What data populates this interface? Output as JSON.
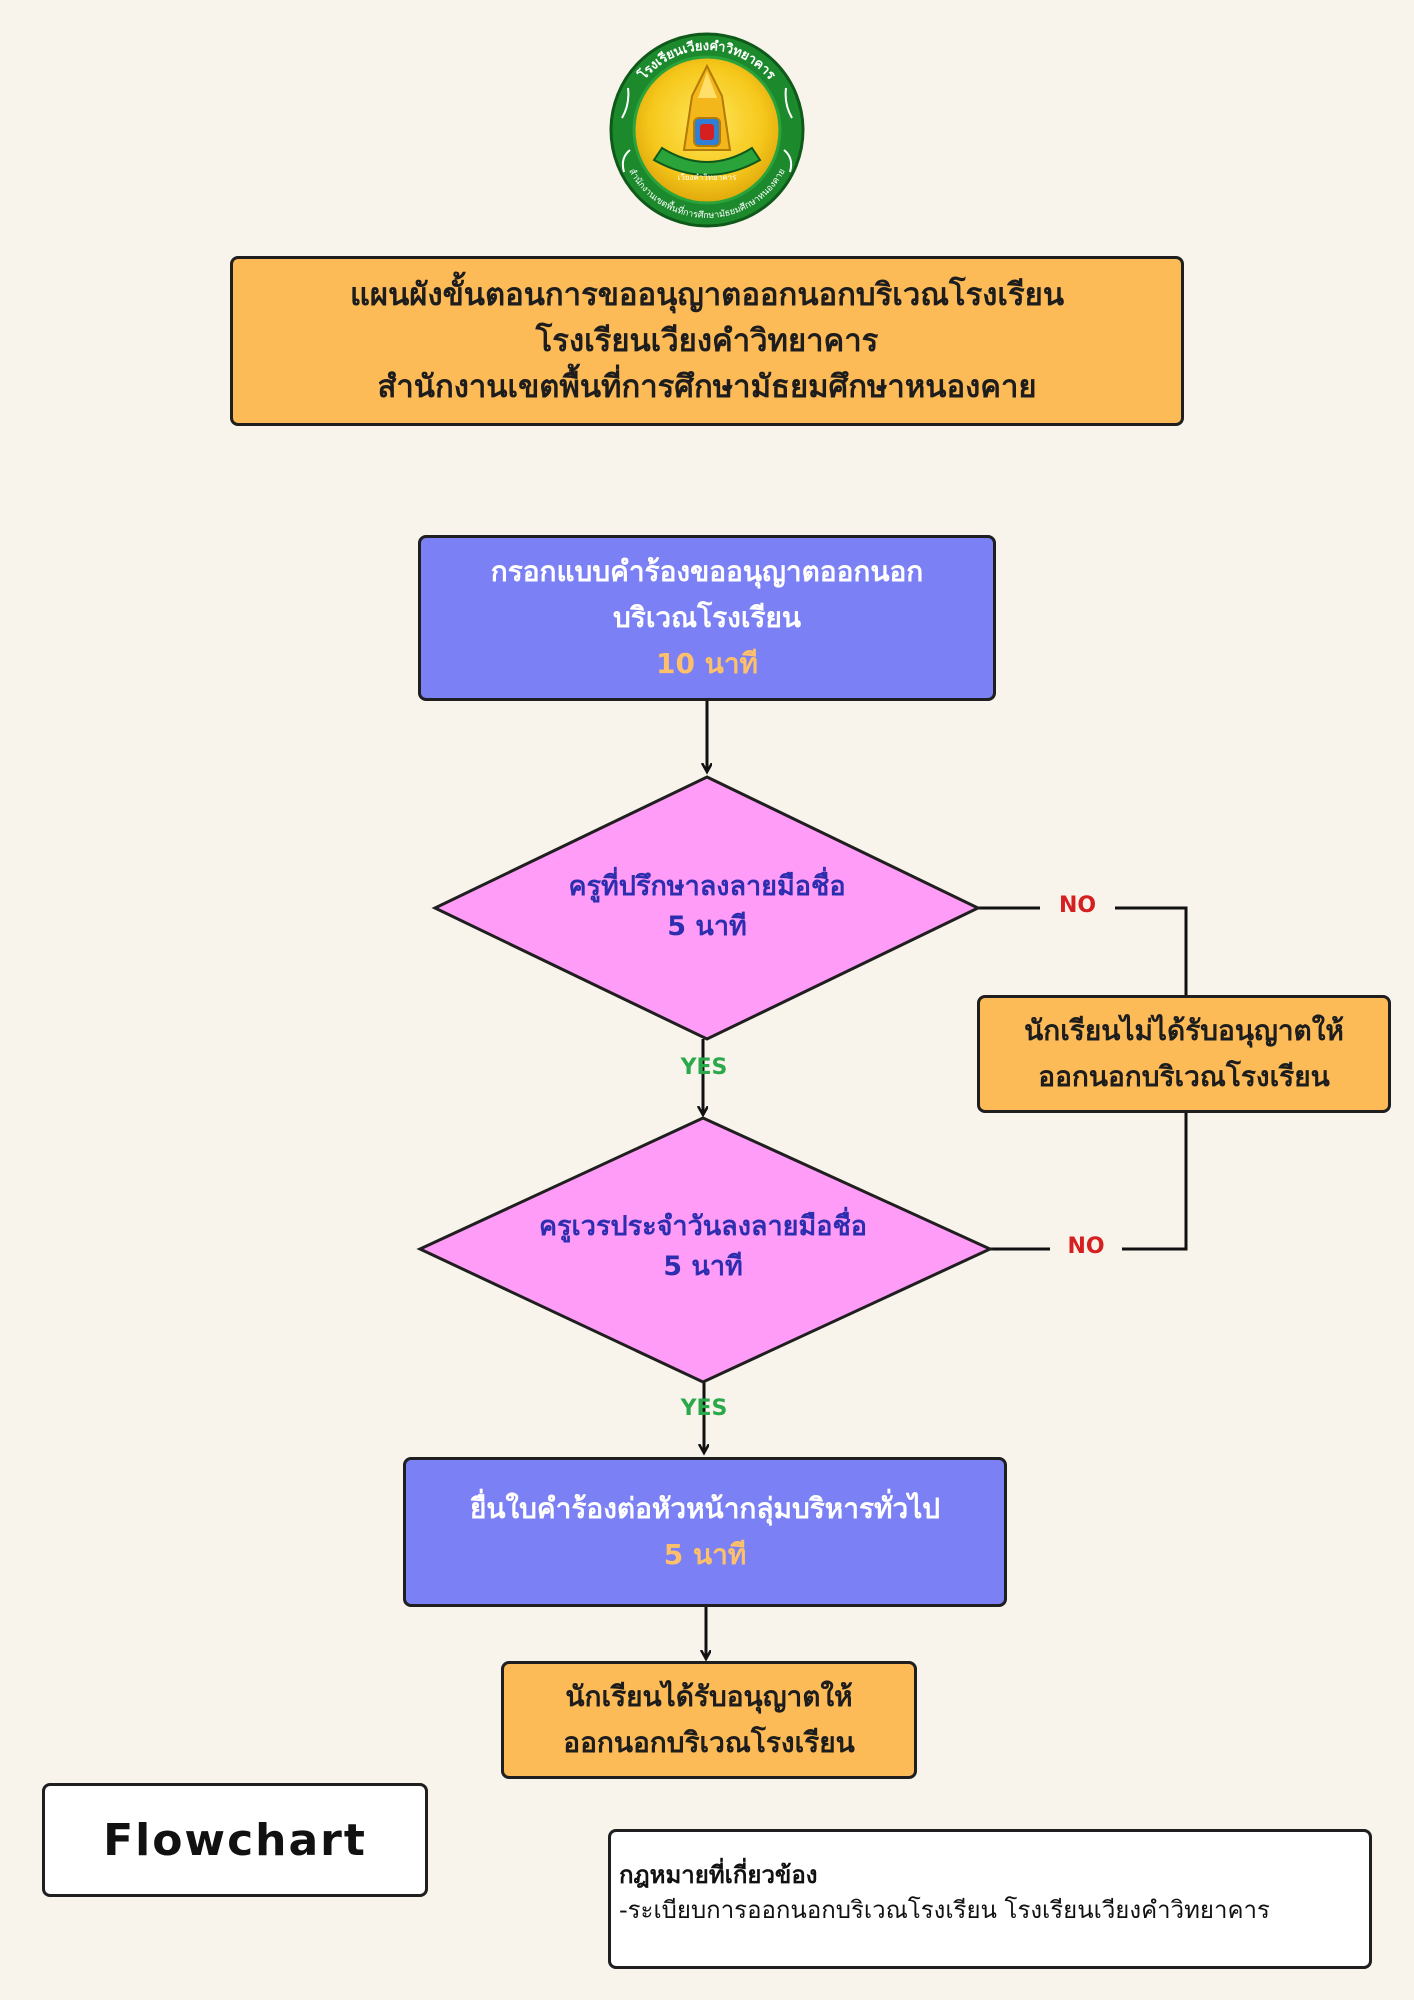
{
  "logo": {
    "ring_text_top": "โรงเรียนเวียงคำวิทยาคาร",
    "ring_text_bottom": "สำนักงานเขตพื้นที่การศึกษามัธยมศึกษาหนองคาย",
    "ribbon_text": "เวียงคำวิทยาคาร"
  },
  "header": {
    "line1": "แผนผังขั้นตอนการขออนุญาตออกนอกบริเวณโรงเรียน",
    "line2": "โรงเรียนเวียงคำวิทยาคาร",
    "line3": "สำนักงานเขตพื้นที่การศึกษามัธยมศึกษาหนองคาย"
  },
  "steps": {
    "fill_form": {
      "line1": "กรอกแบบคำร้องขออนุญาตออกนอก",
      "line2": "บริเวณโรงเรียน",
      "time": "10 นาที"
    },
    "advisor_sign": {
      "line1": "ครูที่ปรึกษาลงลายมือชื่อ",
      "time": "5 นาที"
    },
    "duty_sign": {
      "line1": "ครูเวรประจำวันลงลายมือชื่อ",
      "time": "5 นาที"
    },
    "submit_head": {
      "line1": "ยื่นใบคำร้องต่อหัวหน้ากลุ่มบริหารทั่วไป",
      "time": "5 นาที"
    },
    "denied": {
      "line1": "นักเรียนไม่ได้รับอนุญาตให้",
      "line2": "ออกนอกบริเวณโรงเรียน"
    },
    "approved": {
      "line1": "นักเรียนได้รับอนุญาตให้",
      "line2": "ออกนอกบริเวณโรงเรียน"
    }
  },
  "edges": {
    "yes": "YES",
    "no": "NO"
  },
  "flowchart_label": "Flowchart",
  "law": {
    "title": "กฎหมายที่เกี่ยวข้อง",
    "text": "-ระเบียบการออกนอกบริเวณโรงเรียน โรงเรียนเวียงคำวิทยาคาร"
  },
  "colors": {
    "background": "#f8f4ec",
    "orange": "#fdbb58",
    "blue": "#7b80f4",
    "pink": "#ff9cf7",
    "yes": "#2aa84a",
    "no": "#d62020"
  }
}
